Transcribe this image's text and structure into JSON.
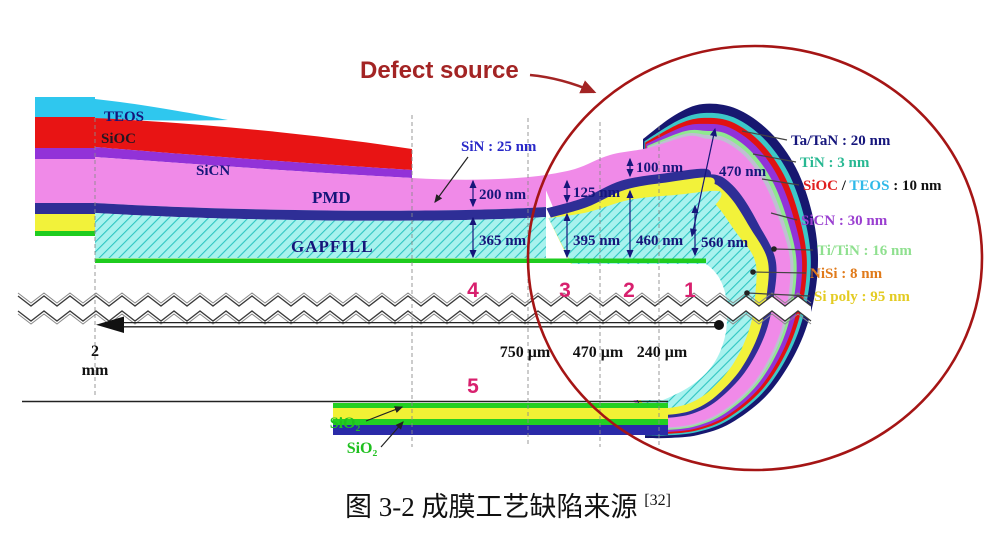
{
  "annotations": {
    "defect_source": "Defect source",
    "sin_callout": "SiN : 25 nm"
  },
  "stack_labels": {
    "teos": "TEOS",
    "sioc": "SiOC",
    "sicn": "SiCN",
    "pmd": "PMD",
    "gapfill": "GAPFILL",
    "sio2_a": "SiO₂",
    "sio2_b": "SiO₂"
  },
  "measurements": {
    "pmd_200": "200 nm",
    "gap_365": "365 nm",
    "pmd_125": "125 nm",
    "gap_395": "395 nm",
    "pmd_100": "100 nm",
    "gap_460": "460 nm",
    "gap_560": "560 nm",
    "pmd_470": "470 nm"
  },
  "regions": {
    "r1": "1",
    "r2": "2",
    "r3": "3",
    "r4": "4",
    "r5": "5"
  },
  "distances": {
    "edge_2": "2",
    "edge_2_unit": "mm",
    "d750": "750 μm",
    "d470": "470 μm",
    "d240": "240 μm"
  },
  "legend": {
    "ta_tan": {
      "label": "Ta/TaN : 20 nm",
      "color": "#16167c"
    },
    "tin": {
      "label": "TiN : 3 nm",
      "color": "#27b892"
    },
    "sioc_teos": {
      "p1": "SiOC",
      "p2": " / ",
      "p3": "TEOS",
      "p4": " : 10 nm",
      "c1": "#e02020",
      "c3": "#2fb9e8",
      "c_rest": "#111111"
    },
    "sicn": {
      "label": "SiCN : 30 nm",
      "color": "#9a3fd0"
    },
    "ti_tin": {
      "label": "Ti/TiN : 16 nm",
      "color": "#8fe08f"
    },
    "nisi": {
      "label": "NiSi : 8 nm",
      "color": "#e07a1a"
    },
    "si_poly": {
      "label": "Si poly : 95 nm",
      "color": "#e3cb22"
    }
  },
  "caption": {
    "text": "图 3-2 成膜工艺缺陷来源",
    "superscript": "[32]"
  },
  "palette": {
    "teos": "#2fc7ee",
    "sioc": "#e81414",
    "sicn": "#9232d8",
    "pmd": "#f08ae8",
    "sin": "#2e2e96",
    "gapfill_base": "#a8f2ee",
    "gapfill_hatch": "#2fc6c2",
    "liner_green": "#1fcc1f",
    "ta_tan": "#171770",
    "tin": "#3cc8c8",
    "sioc_teos": "#e01212",
    "ti_tin": "#90e890",
    "nisi": "#bfbfd2",
    "si_poly": "#f2f23a",
    "backside_green": "#22cf22",
    "backside_yellow": "#f1f135",
    "backside_blue": "#2a2aa8",
    "defect_red": "#a32424",
    "circle_red": "#a51515",
    "dim_navy": "#16167a",
    "region_pink": "#d8206e",
    "sin_label_blue": "#2828c8"
  }
}
